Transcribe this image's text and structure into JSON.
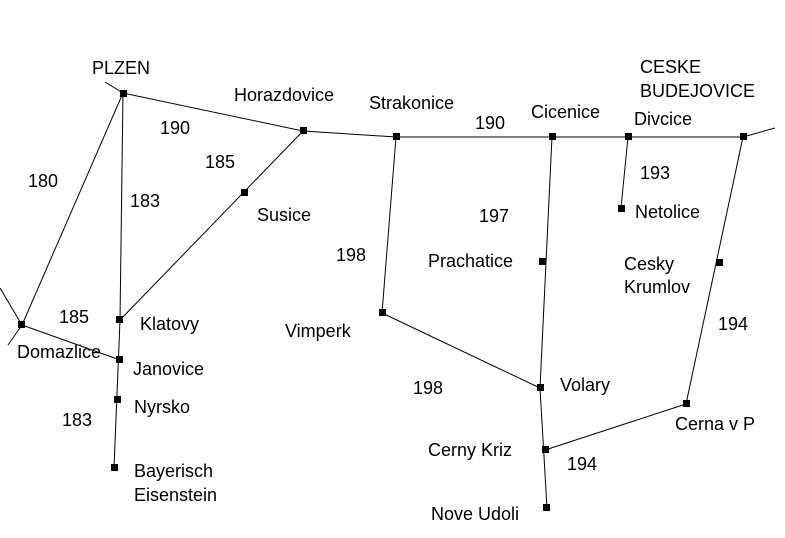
{
  "map": {
    "stations": {
      "plzen": "PLZEN",
      "horazdovice": "Horazdovice",
      "strakonice": "Strakonice",
      "cicenice": "Cicenice",
      "ceske_1": "CESKE",
      "ceske_2": "BUDEJOVICE",
      "divcice": "Divcice",
      "netolice": "Netolice",
      "susice": "Susice",
      "prachatice": "Prachatice",
      "cesky_1": "Cesky",
      "cesky_2": "Krumlov",
      "vimperk": "Vimperk",
      "klatovy": "Klatovy",
      "domazlice": "Domazlice",
      "janovice": "Janovice",
      "nyrsko": "Nyrsko",
      "bayerisch_1": "Bayerisch",
      "bayerisch_2": "Eisenstein",
      "volary": "Volary",
      "cerny_kriz": "Cerny Kriz",
      "cerna": "Cerna v P",
      "nove_udoli": "Nove Udoli"
    },
    "line_labels": {
      "l180": "180",
      "l190a": "190",
      "l190b": "190",
      "l185a": "185",
      "l185b": "185",
      "l183a": "183",
      "l183b": "183",
      "l193": "193",
      "l197": "197",
      "l198a": "198",
      "l198b": "198",
      "l194a": "194",
      "l194b": "194"
    }
  }
}
